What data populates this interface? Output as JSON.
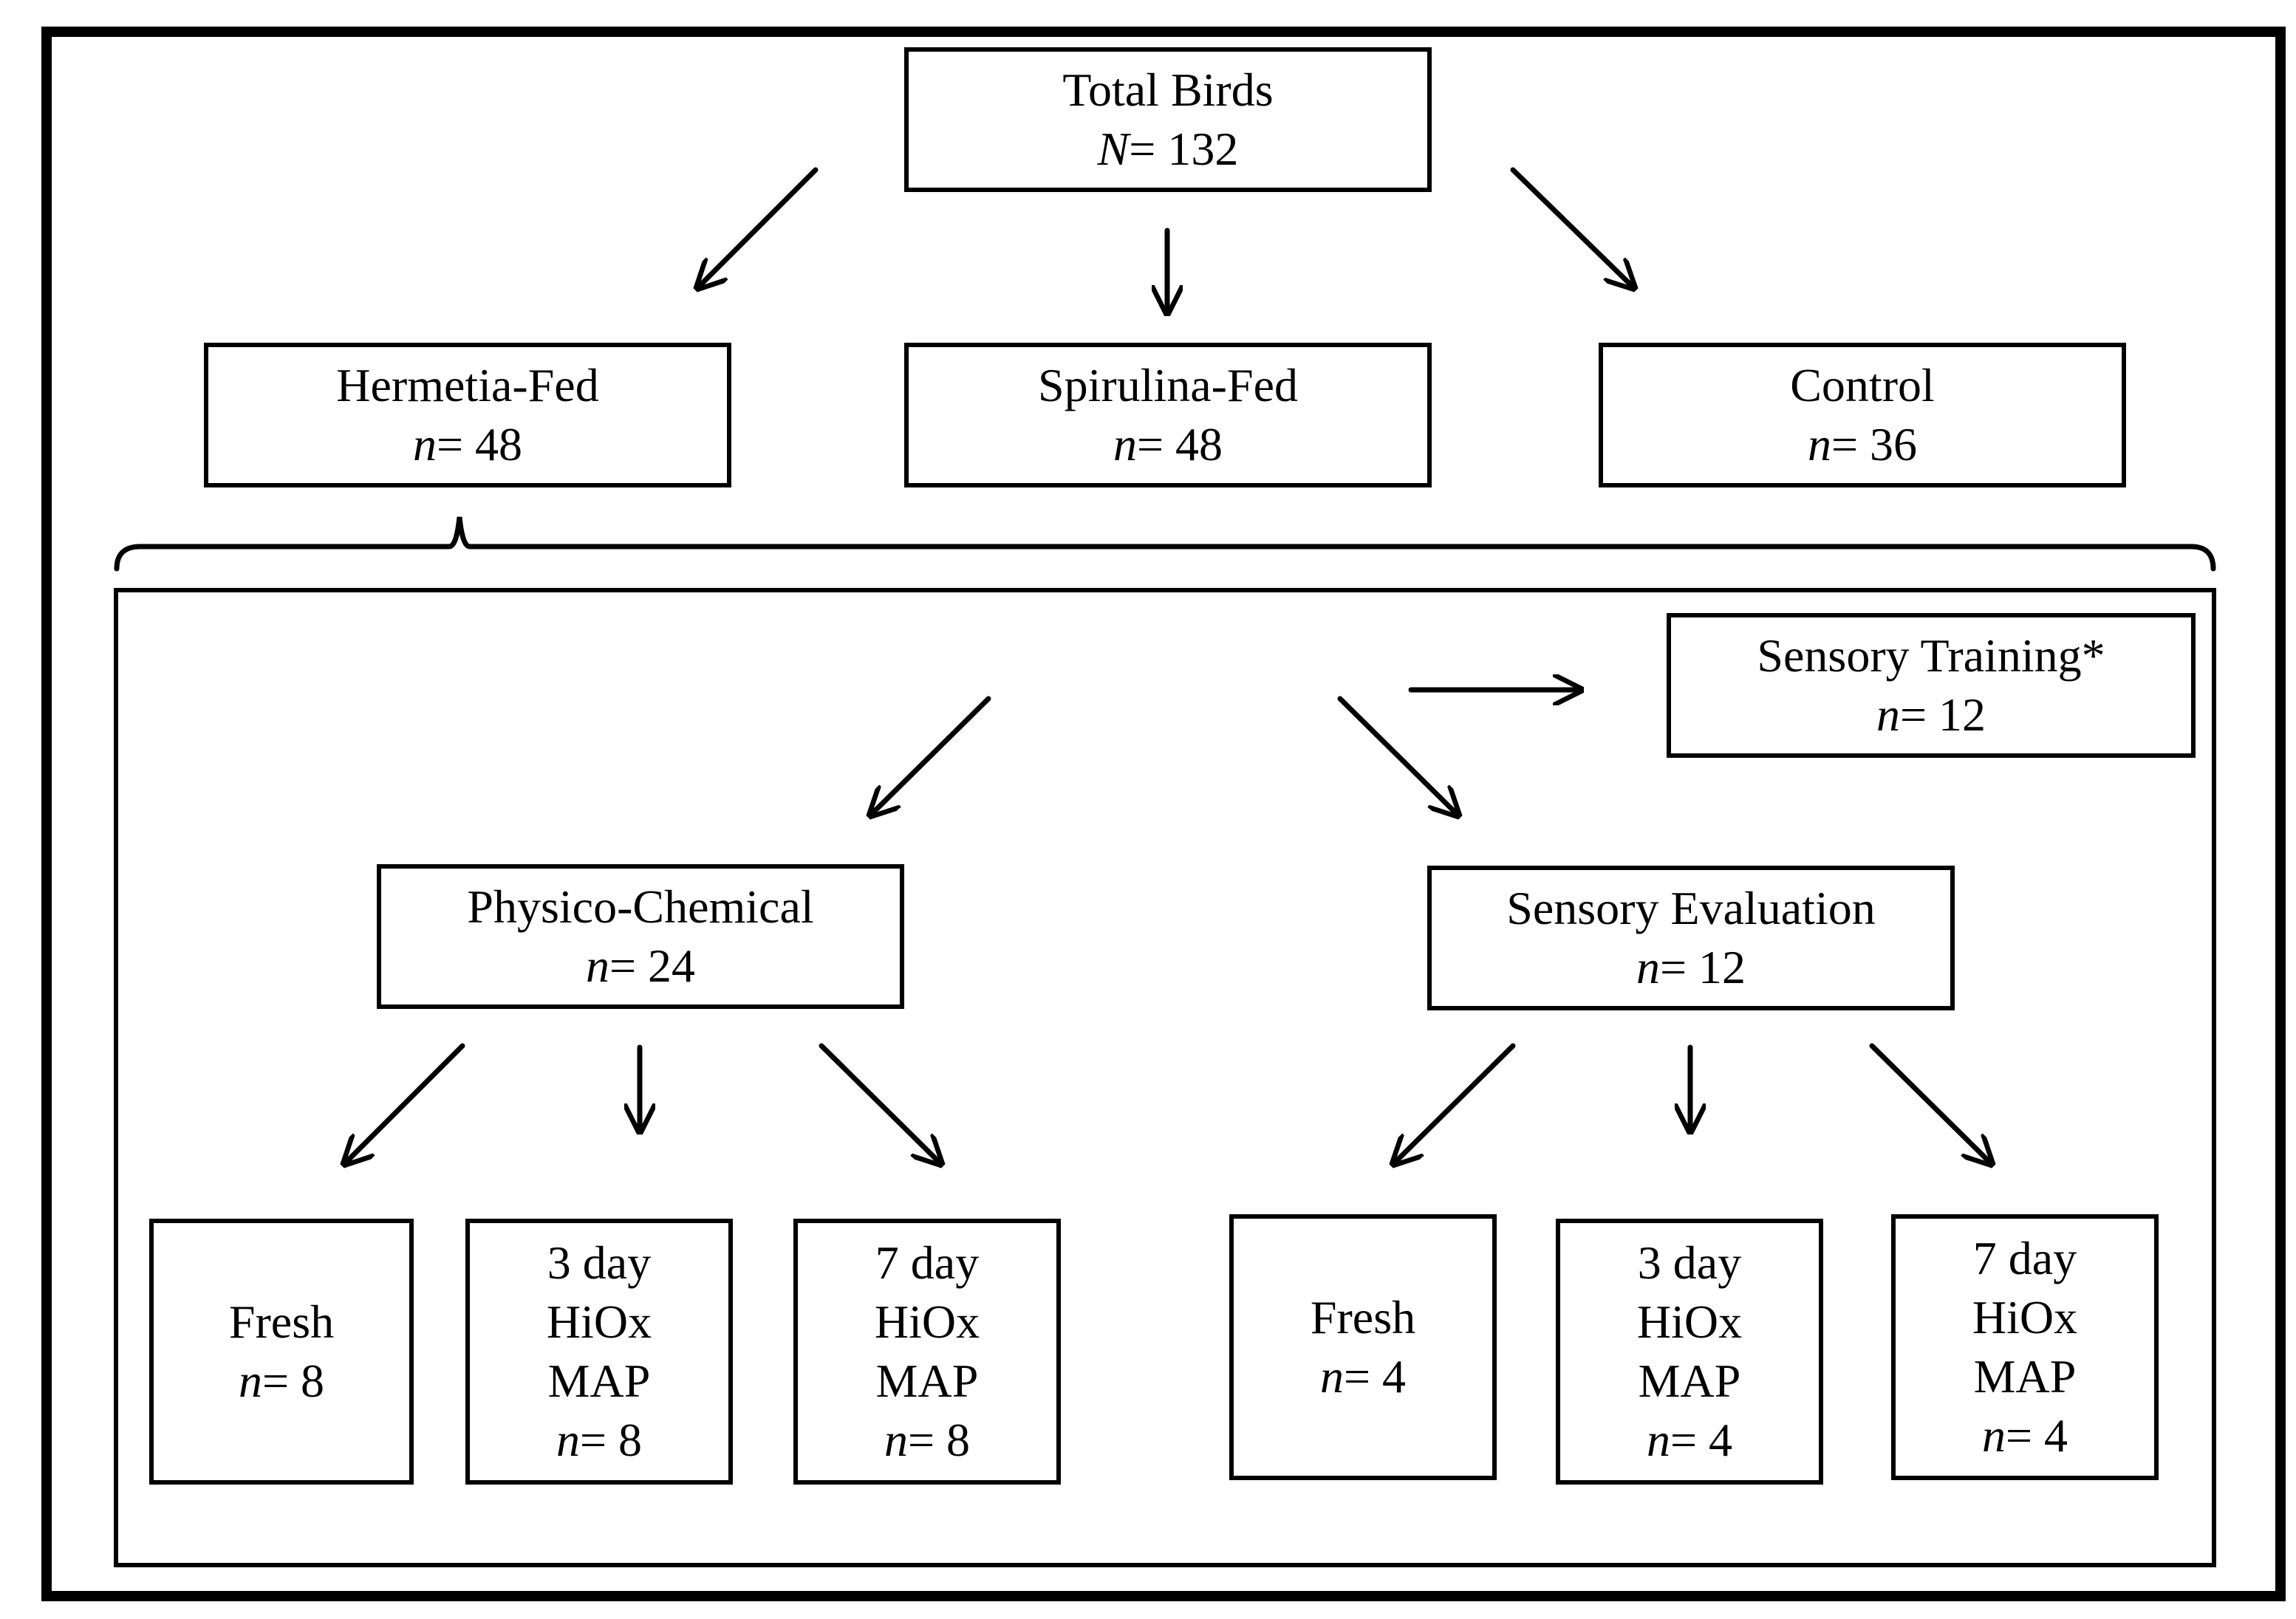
{
  "nodes": {
    "total": {
      "label": "Total Birds",
      "n_symbol": "N",
      "n_value": "= 132"
    },
    "hermetia": {
      "label": "Hermetia-Fed",
      "n_symbol": "n",
      "n_value": "= 48"
    },
    "spirulina": {
      "label": "Spirulina-Fed",
      "n_symbol": "n",
      "n_value": "= 48"
    },
    "control": {
      "label": "Control",
      "n_symbol": "n",
      "n_value": "= 36"
    },
    "sensory_training": {
      "label": "Sensory Training*",
      "n_symbol": "n",
      "n_value": "= 12"
    },
    "physico": {
      "label": "Physico-Chemical",
      "n_symbol": "n",
      "n_value": "= 24"
    },
    "sensory_eval": {
      "label": "Sensory Evaluation",
      "n_symbol": "n",
      "n_value": "= 12"
    },
    "pc_fresh": {
      "lines": [
        "Fresh"
      ],
      "n_symbol": "n",
      "n_value": "= 8"
    },
    "pc_3day": {
      "lines": [
        "3 day",
        "HiOx",
        "MAP"
      ],
      "n_symbol": "n",
      "n_value": "= 8"
    },
    "pc_7day": {
      "lines": [
        "7 day",
        "HiOx",
        "MAP"
      ],
      "n_symbol": "n",
      "n_value": "= 8"
    },
    "se_fresh": {
      "lines": [
        "Fresh"
      ],
      "n_symbol": "n",
      "n_value": "= 4"
    },
    "se_3day": {
      "lines": [
        "3 day",
        "HiOx",
        "MAP"
      ],
      "n_symbol": "n",
      "n_value": "= 4"
    },
    "se_7day": {
      "lines": [
        "7 day",
        "HiOx",
        "MAP"
      ],
      "n_symbol": "n",
      "n_value": "= 4"
    }
  },
  "colors": {
    "line": "#000000",
    "background": "#ffffff"
  }
}
